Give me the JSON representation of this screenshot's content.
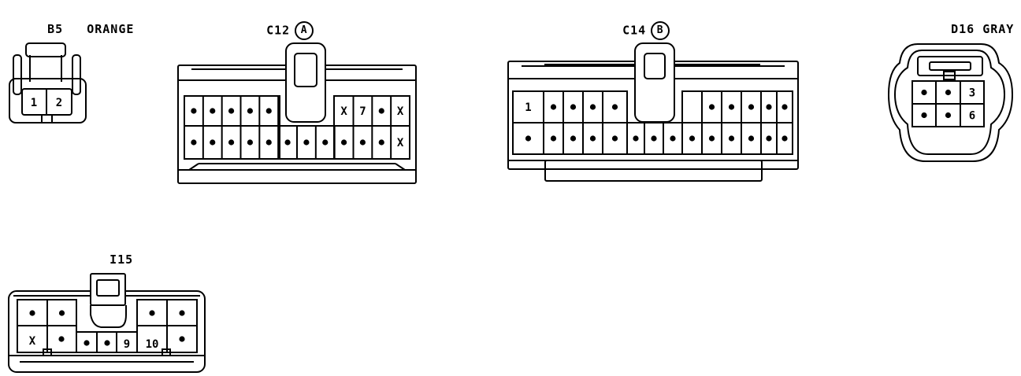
{
  "connectors": [
    {
      "id": "b5",
      "name": "B5",
      "color": "ORANGE",
      "cells": [
        [
          "1",
          "2"
        ]
      ]
    },
    {
      "id": "c12",
      "name": "C12",
      "badge": "A",
      "cells": [
        [
          "•",
          "•",
          "•",
          "•",
          "•",
          "",
          "",
          "",
          "X",
          "7",
          "•",
          "X"
        ],
        [
          "•",
          "•",
          "•",
          "•",
          "•",
          "•",
          "•",
          "•",
          "•",
          "•",
          "•",
          "X"
        ]
      ]
    },
    {
      "id": "c14",
      "name": "C14",
      "badge": "B",
      "cells": [
        [
          "1",
          "•",
          "•",
          "•",
          "•",
          "",
          "",
          "",
          "",
          "•",
          "•",
          "•",
          "•",
          "•"
        ],
        [
          "•",
          "•",
          "•",
          "•",
          "•",
          "•",
          "•",
          "•",
          "•",
          "•",
          "•",
          "•",
          "•",
          "•"
        ]
      ]
    },
    {
      "id": "d16",
      "name": "D16",
      "color": "GRAY",
      "cells": [
        [
          "•",
          "•",
          "3"
        ],
        [
          "•",
          "•",
          "6"
        ]
      ]
    },
    {
      "id": "i15",
      "name": "I15",
      "cells_top": [
        "•",
        "•",
        "",
        "",
        "",
        "",
        "•",
        "•"
      ],
      "cells_bottom": [
        "X",
        "•",
        "•",
        "•",
        "9",
        "10",
        "",
        "•"
      ]
    }
  ],
  "dot": "•"
}
